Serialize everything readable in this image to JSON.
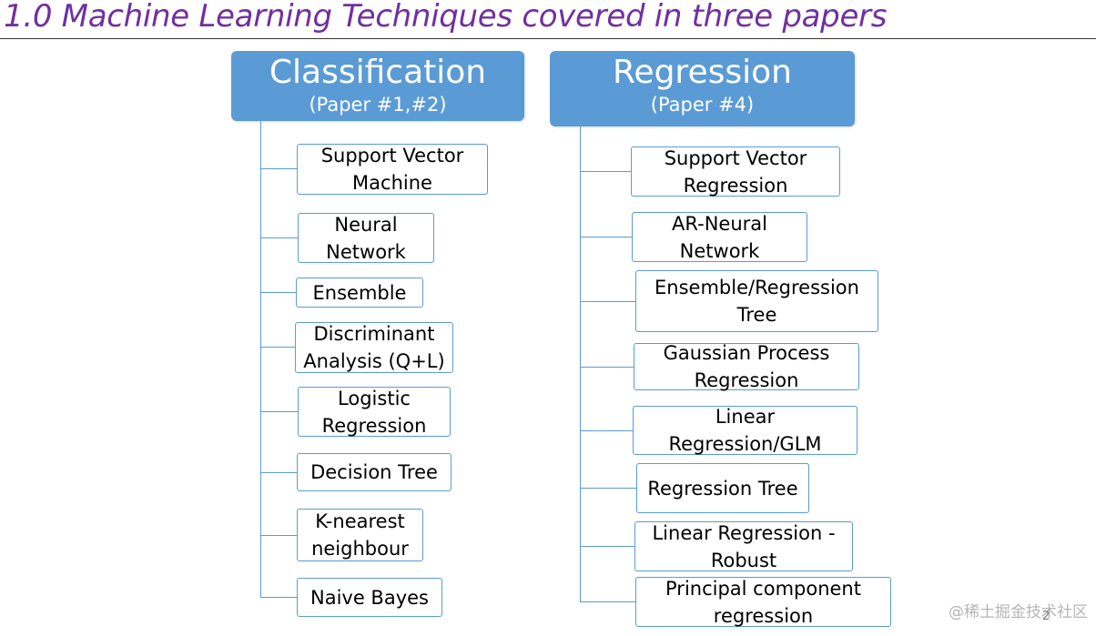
{
  "slide": {
    "title": "1.0 Machine Learning Techniques covered in three papers",
    "page_number": "2",
    "watermark": "@稀土掘金技术社区"
  },
  "classification": {
    "title": "Classification",
    "subtitle": "(Paper #1,#2)",
    "items": [
      "Support Vector Machine",
      "Neural Network",
      "Ensemble",
      "Discriminant Analysis (Q+L)",
      "Logistic Regression",
      "Decision Tree",
      "K-nearest neighbour",
      "Naive Bayes"
    ]
  },
  "regression": {
    "title": "Regression",
    "subtitle": "(Paper #4)",
    "items": [
      "Support Vector Regression",
      "AR-Neural Network",
      "Ensemble/Regression Tree",
      "Gaussian Process Regression",
      "Linear Regression/GLM",
      "Regression Tree",
      "Linear Regression - Robust",
      "Principal component regression"
    ]
  },
  "colors": {
    "header_fill": "#5b9bd5",
    "title_text": "#7030a0",
    "connector": "#5b9bd5"
  }
}
